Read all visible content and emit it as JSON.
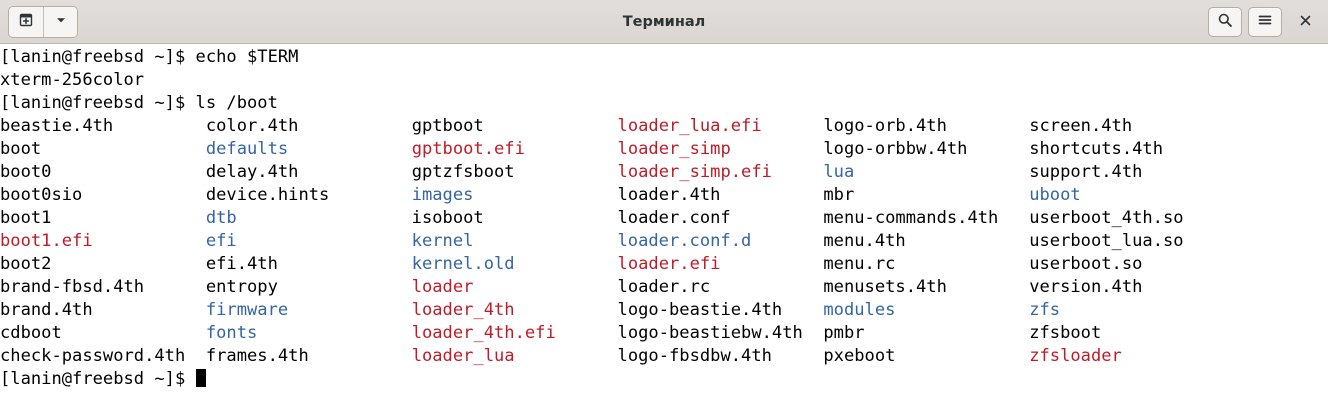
{
  "window": {
    "title": "Терминал",
    "titlebar_bg": "#dcdad5",
    "new_tab_icon": "new-tab-icon",
    "dropdown_icon": "chevron-down-icon",
    "search_icon": "search-icon",
    "menu_icon": "hamburger-menu-icon",
    "close_icon": "close-icon"
  },
  "terminal": {
    "background": "#ffffff",
    "foreground": "#000000",
    "dir_color": "#3465a4",
    "exec_color": "#c01c28",
    "prompt": "[lanin@freebsd ~]$ ",
    "columns": 6,
    "column_width_chars": 20,
    "history": [
      {
        "type": "prompt_command",
        "prompt": "[lanin@freebsd ~]$ ",
        "command": "echo $TERM"
      },
      {
        "type": "output",
        "text": "xterm-256color"
      },
      {
        "type": "prompt_command",
        "prompt": "[lanin@freebsd ~]$ ",
        "command": "ls /boot"
      }
    ],
    "listing_rows": [
      [
        {
          "name": "beastie.4th",
          "style": "default"
        },
        {
          "name": "color.4th",
          "style": "default"
        },
        {
          "name": "gptboot",
          "style": "default"
        },
        {
          "name": "loader_lua.efi",
          "style": "exec"
        },
        {
          "name": "logo-orb.4th",
          "style": "default"
        },
        {
          "name": "screen.4th",
          "style": "default"
        }
      ],
      [
        {
          "name": "boot",
          "style": "default"
        },
        {
          "name": "defaults",
          "style": "dir"
        },
        {
          "name": "gptboot.efi",
          "style": "exec"
        },
        {
          "name": "loader_simp",
          "style": "exec"
        },
        {
          "name": "logo-orbbw.4th",
          "style": "default"
        },
        {
          "name": "shortcuts.4th",
          "style": "default"
        }
      ],
      [
        {
          "name": "boot0",
          "style": "default"
        },
        {
          "name": "delay.4th",
          "style": "default"
        },
        {
          "name": "gptzfsboot",
          "style": "default"
        },
        {
          "name": "loader_simp.efi",
          "style": "exec"
        },
        {
          "name": "lua",
          "style": "dir"
        },
        {
          "name": "support.4th",
          "style": "default"
        }
      ],
      [
        {
          "name": "boot0sio",
          "style": "default"
        },
        {
          "name": "device.hints",
          "style": "default"
        },
        {
          "name": "images",
          "style": "dir"
        },
        {
          "name": "loader.4th",
          "style": "default"
        },
        {
          "name": "mbr",
          "style": "default"
        },
        {
          "name": "uboot",
          "style": "dir"
        }
      ],
      [
        {
          "name": "boot1",
          "style": "default"
        },
        {
          "name": "dtb",
          "style": "dir"
        },
        {
          "name": "isoboot",
          "style": "default"
        },
        {
          "name": "loader.conf",
          "style": "default"
        },
        {
          "name": "menu-commands.4th",
          "style": "default"
        },
        {
          "name": "userboot_4th.so",
          "style": "default"
        }
      ],
      [
        {
          "name": "boot1.efi",
          "style": "exec"
        },
        {
          "name": "efi",
          "style": "dir"
        },
        {
          "name": "kernel",
          "style": "dir"
        },
        {
          "name": "loader.conf.d",
          "style": "dir"
        },
        {
          "name": "menu.4th",
          "style": "default"
        },
        {
          "name": "userboot_lua.so",
          "style": "default"
        }
      ],
      [
        {
          "name": "boot2",
          "style": "default"
        },
        {
          "name": "efi.4th",
          "style": "default"
        },
        {
          "name": "kernel.old",
          "style": "dir"
        },
        {
          "name": "loader.efi",
          "style": "exec"
        },
        {
          "name": "menu.rc",
          "style": "default"
        },
        {
          "name": "userboot.so",
          "style": "default"
        }
      ],
      [
        {
          "name": "brand-fbsd.4th",
          "style": "default"
        },
        {
          "name": "entropy",
          "style": "default"
        },
        {
          "name": "loader",
          "style": "exec"
        },
        {
          "name": "loader.rc",
          "style": "default"
        },
        {
          "name": "menusets.4th",
          "style": "default"
        },
        {
          "name": "version.4th",
          "style": "default"
        }
      ],
      [
        {
          "name": "brand.4th",
          "style": "default"
        },
        {
          "name": "firmware",
          "style": "dir"
        },
        {
          "name": "loader_4th",
          "style": "exec"
        },
        {
          "name": "logo-beastie.4th",
          "style": "default"
        },
        {
          "name": "modules",
          "style": "dir"
        },
        {
          "name": "zfs",
          "style": "dir"
        }
      ],
      [
        {
          "name": "cdboot",
          "style": "default"
        },
        {
          "name": "fonts",
          "style": "dir"
        },
        {
          "name": "loader_4th.efi",
          "style": "exec"
        },
        {
          "name": "logo-beastiebw.4th",
          "style": "default"
        },
        {
          "name": "pmbr",
          "style": "default"
        },
        {
          "name": "zfsboot",
          "style": "default"
        }
      ],
      [
        {
          "name": "check-password.4th",
          "style": "default"
        },
        {
          "name": "frames.4th",
          "style": "default"
        },
        {
          "name": "loader_lua",
          "style": "exec"
        },
        {
          "name": "logo-fbsdbw.4th",
          "style": "default"
        },
        {
          "name": "pxeboot",
          "style": "default"
        },
        {
          "name": "zfsloader",
          "style": "exec"
        }
      ]
    ],
    "final_prompt": "[lanin@freebsd ~]$ ",
    "cursor": "block"
  }
}
